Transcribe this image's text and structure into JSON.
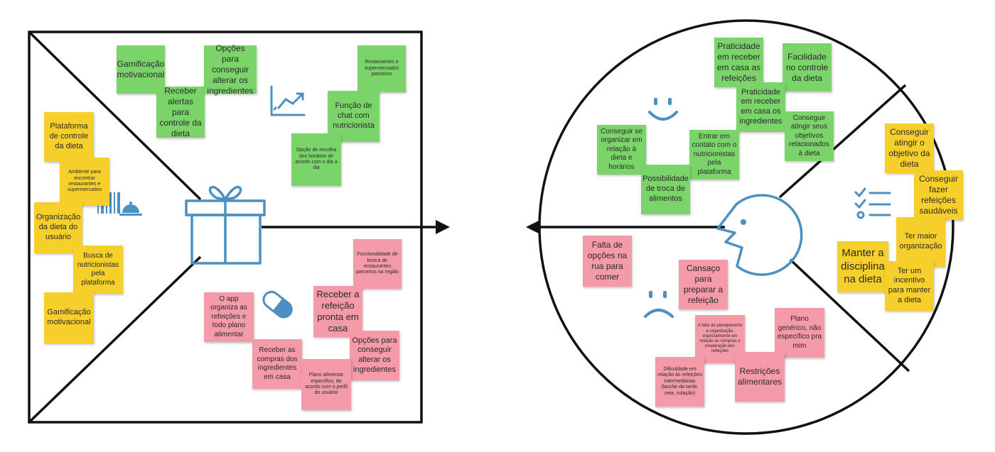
{
  "product_map": {
    "gain_creators": {
      "notes": [
        "Gamificação motivacional",
        "Receber alertas para controle da dieta",
        "Opções para conseguir alterar os ingredientes",
        "Restaurantes e supermercados parceiros",
        "Função de chat com nutricionista",
        "Opção de escolha dos horários de acordo com o dia a dia"
      ]
    },
    "products_services": {
      "notes": [
        "Plataforma de controle da dieta",
        "Ambiente para encontrar restaurantes e supermercados",
        "Organização da dieta do usuário",
        "Busca de nutricionistas pela plataforma",
        "Gamificação motivacional"
      ]
    },
    "pain_relievers": {
      "notes": [
        "Funcionalidade de busca de restaurantes parceiros na região",
        "Receber a refeição pronta em casa",
        "O app organiza as refeições e todo plano alimentar",
        "Opções para conseguir alterar os ingredientes",
        "Receber as compras dos ingredientes em casa",
        "Plano alimentar específico, de acordo com o perfil do usuário"
      ]
    }
  },
  "customer_profile": {
    "gains": {
      "notes": [
        "Praticidade em receber em casa as refeições",
        "Facilidade no controle da dieta",
        "Praticidade em receber em casa os ingredientes",
        "Conseguir se organizar em relação à dieta e horários",
        "Entrar em contato com o nutricionistas pela plataforma",
        "Conseguir atingir seus objetivos relacionados à dieta",
        "Possibilidade de troca de alimentos"
      ]
    },
    "customer_jobs": {
      "notes": [
        "Conseguir atingir o objetivo da dieta",
        "Conseguir fazer refeições saudáveis",
        "Ter maior organização",
        "Manter a disciplina na dieta",
        "Ter um incentivo para manter a dieta"
      ]
    },
    "pains": {
      "notes": [
        "Falta de opções na rua para comer",
        "Cansaço para preparar a refeição",
        "A falta de planejamento e organização, especialmente em relação às compras e preparação das refeições",
        "Plano genérico, não específico pra mim",
        "Dificuldade em relação às refeições intermediárias (lanche da tarde, ceia, colação)",
        "Restrições alimentares"
      ]
    }
  },
  "colors": {
    "gain_note": "#7bd46a",
    "job_note": "#f6cf2a",
    "pain_note": "#f49aa8",
    "icon": "#4a90c2",
    "outline": "#111111"
  },
  "icons": [
    "gift-icon",
    "growth-chart-icon",
    "pill-icon",
    "barcode-icon",
    "food-cloche-icon",
    "smiley-face-icon",
    "sad-face-icon",
    "checklist-icon",
    "customer-face-icon",
    "arrow-right-icon",
    "arrow-left-icon"
  ]
}
